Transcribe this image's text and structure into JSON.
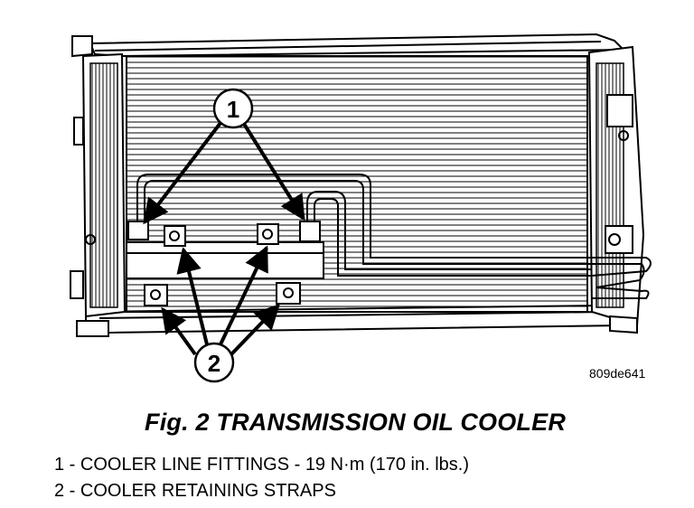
{
  "figure": {
    "reference_code": "809de641",
    "title": "Fig. 2 TRANSMISSION OIL COOLER"
  },
  "callouts": [
    {
      "number": "1"
    },
    {
      "number": "2"
    }
  ],
  "legend": [
    {
      "text": "1 - COOLER LINE FITTINGS - 19 N·m (170 in. lbs.)"
    },
    {
      "text": "2 - COOLER RETAINING STRAPS"
    }
  ]
}
